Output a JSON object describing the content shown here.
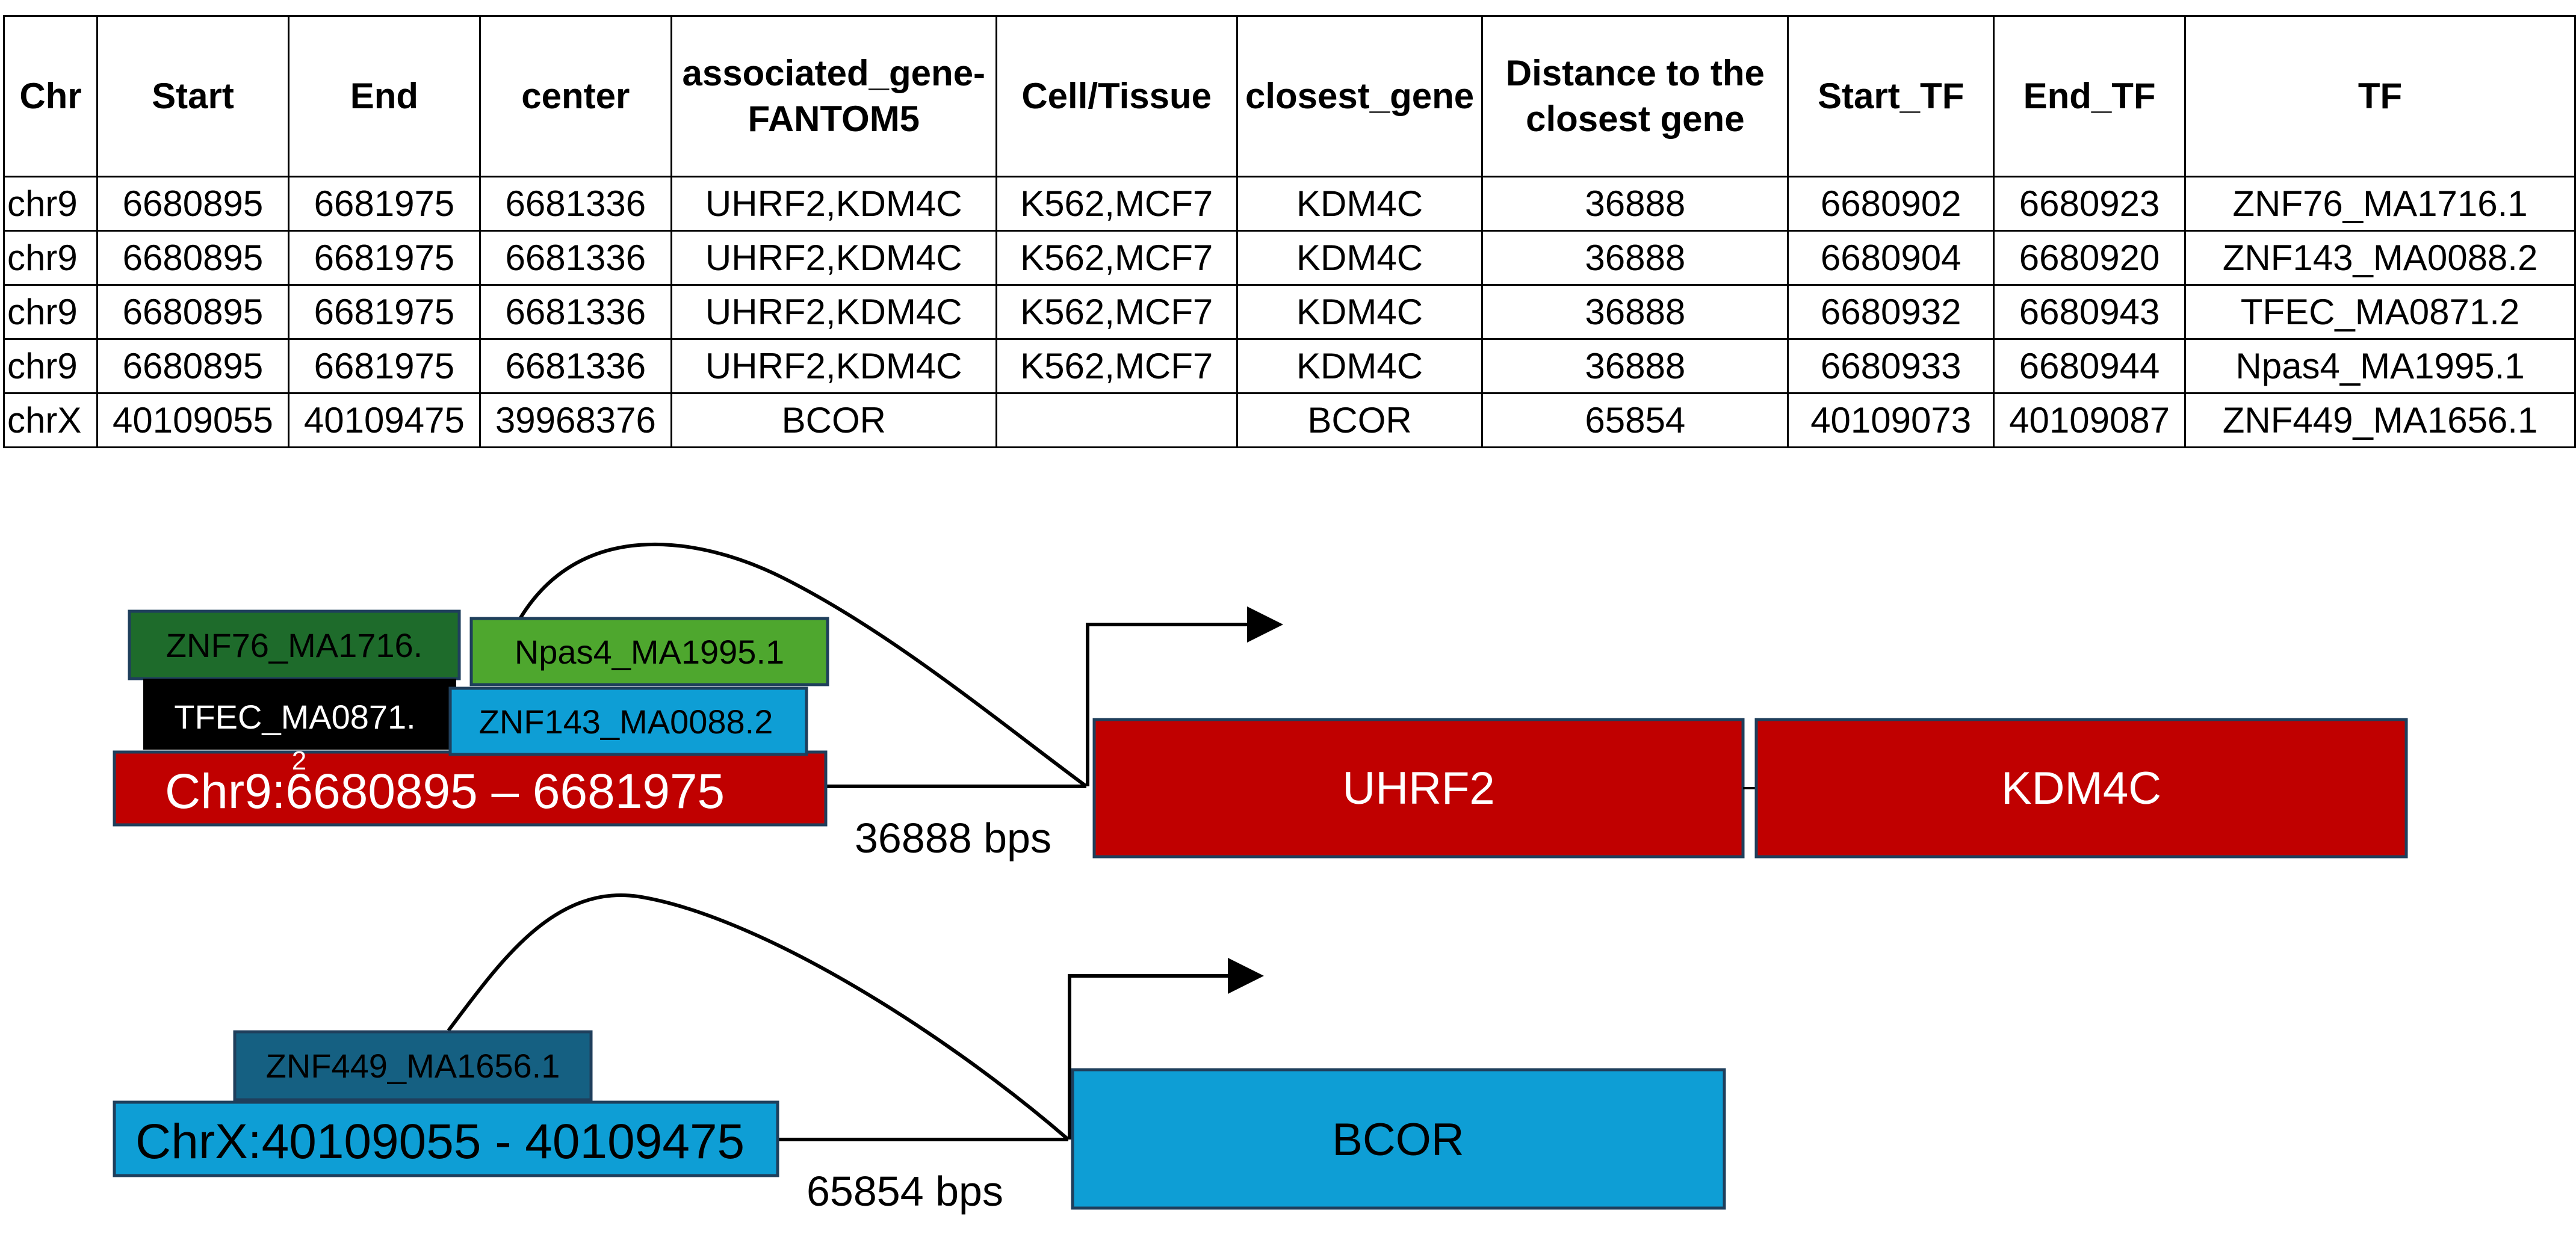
{
  "table": {
    "headers": [
      "Chr",
      "Start",
      "End",
      "center",
      "associated_gene-FANTOM5",
      "Cell/Tissue",
      "closest_gene",
      "Distance to the closest gene",
      "Start_TF",
      "End_TF",
      "TF"
    ],
    "rows": [
      [
        "chr9",
        "6680895",
        "6681975",
        "6681336",
        "UHRF2,KDM4C",
        "K562,MCF7",
        "KDM4C",
        "36888",
        "6680902",
        "6680923",
        "ZNF76_MA1716.1"
      ],
      [
        "chr9",
        "6680895",
        "6681975",
        "6681336",
        "UHRF2,KDM4C",
        "K562,MCF7",
        "KDM4C",
        "36888",
        "6680904",
        "6680920",
        "ZNF143_MA0088.2"
      ],
      [
        "chr9",
        "6680895",
        "6681975",
        "6681336",
        "UHRF2,KDM4C",
        "K562,MCF7",
        "KDM4C",
        "36888",
        "6680932",
        "6680943",
        "TFEC_MA0871.2"
      ],
      [
        "chr9",
        "6680895",
        "6681975",
        "6681336",
        "UHRF2,KDM4C",
        "K562,MCF7",
        "KDM4C",
        "36888",
        "6680933",
        "6680944",
        "Npas4_MA1995.1"
      ],
      [
        "chrX",
        "40109055",
        "40109475",
        "39968376",
        "BCOR",
        "",
        "BCOR",
        "65854",
        "40109073",
        "40109087",
        "ZNF449_MA1656.1"
      ]
    ]
  },
  "diagram": {
    "chr9": {
      "region_label": "Chr9:6680895 – 6681975",
      "distance_label": "36888 bps",
      "tf_labels": {
        "znf76": "ZNF76_MA1716.",
        "npas4": "Npas4_MA1995.1",
        "tfec": "TFEC_MA0871.",
        "tfec_suffix": "2",
        "znf143": "ZNF143_MA0088.2"
      },
      "genes": [
        "UHRF2",
        "KDM4C"
      ]
    },
    "chrX": {
      "region_label": "ChrX:40109055 - 40109475",
      "distance_label": "65854 bps",
      "tf_labels": {
        "znf449": "ZNF449_MA1656.1"
      },
      "genes": [
        "BCOR"
      ]
    }
  },
  "colors": {
    "region_red": "#C00000",
    "dark_green": "#1E6B2B",
    "light_green": "#4EA72E",
    "black": "#000000",
    "cyan": "#0E9ED5",
    "steel_blue": "#156082",
    "border_blue": "#1F3F5C"
  }
}
